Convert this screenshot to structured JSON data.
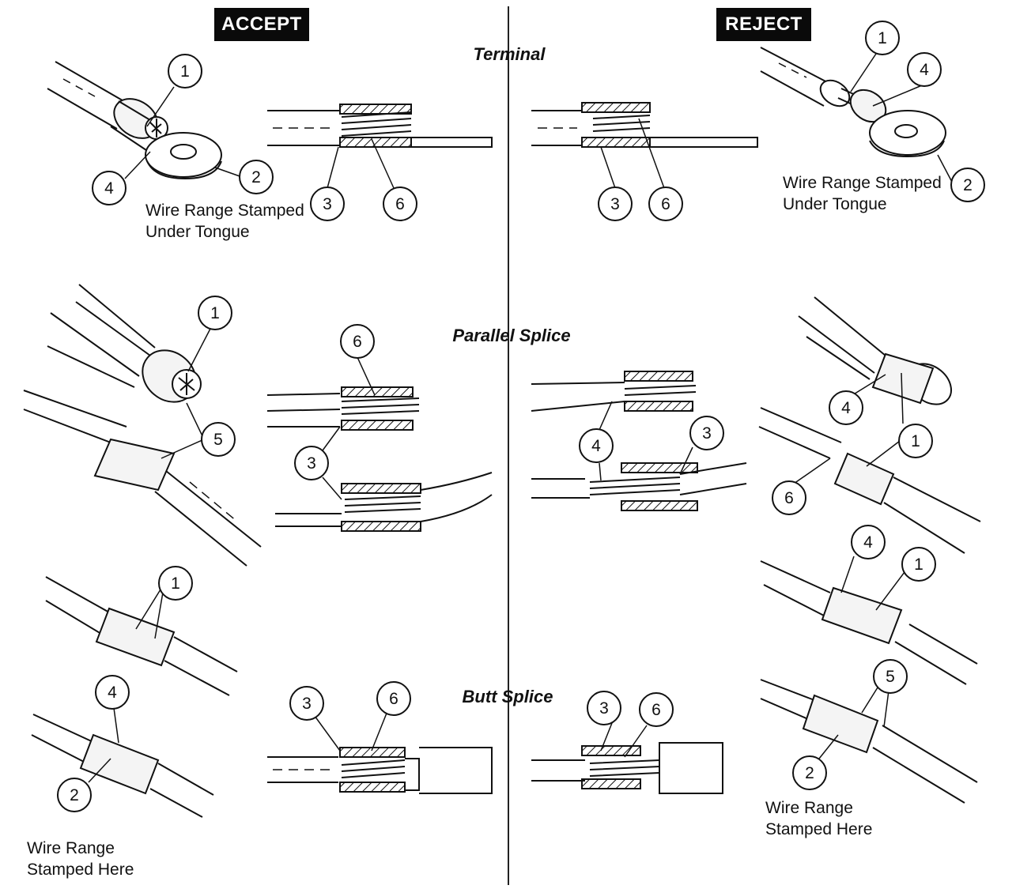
{
  "headers": {
    "accept": "ACCEPT",
    "reject": "REJECT"
  },
  "sections": {
    "terminal": "Terminal",
    "parallel_splice": "Parallel Splice",
    "butt_splice": "Butt Splice"
  },
  "captions": {
    "terminal_accept_line1": "Wire Range Stamped",
    "terminal_accept_line2": "Under Tongue",
    "terminal_reject_line1": "Wire Range Stamped",
    "terminal_reject_line2": "Under Tongue",
    "butt_accept_line1": "Wire Range",
    "butt_accept_line2": "Stamped Here",
    "butt_reject_line1": "Wire Range",
    "butt_reject_line2": "Stamped Here"
  },
  "callouts": [
    {
      "id": "ta-1",
      "label": "1"
    },
    {
      "id": "ta-4",
      "label": "4"
    },
    {
      "id": "ta-2",
      "label": "2"
    },
    {
      "id": "ta-3",
      "label": "3"
    },
    {
      "id": "ta-6",
      "label": "6"
    },
    {
      "id": "tr-3",
      "label": "3"
    },
    {
      "id": "tr-6",
      "label": "6"
    },
    {
      "id": "tr-1",
      "label": "1"
    },
    {
      "id": "tr-4",
      "label": "4"
    },
    {
      "id": "tr-2",
      "label": "2"
    },
    {
      "id": "pa-1",
      "label": "1"
    },
    {
      "id": "pa-5",
      "label": "5"
    },
    {
      "id": "pa-6",
      "label": "6"
    },
    {
      "id": "pa-3",
      "label": "3"
    },
    {
      "id": "pr-4",
      "label": "4"
    },
    {
      "id": "pr-3",
      "label": "3"
    },
    {
      "id": "pr-4b",
      "label": "4"
    },
    {
      "id": "pr-1",
      "label": "1"
    },
    {
      "id": "pr-6",
      "label": "6"
    },
    {
      "id": "ba-1",
      "label": "1"
    },
    {
      "id": "ba-4",
      "label": "4"
    },
    {
      "id": "ba-2",
      "label": "2"
    },
    {
      "id": "ba-3",
      "label": "3"
    },
    {
      "id": "ba-6",
      "label": "6"
    },
    {
      "id": "br-3",
      "label": "3"
    },
    {
      "id": "br-6",
      "label": "6"
    },
    {
      "id": "br-4",
      "label": "4"
    },
    {
      "id": "br-1",
      "label": "1"
    },
    {
      "id": "br-5",
      "label": "5"
    },
    {
      "id": "br-2",
      "label": "2"
    }
  ],
  "colors": {
    "ink": "#111111",
    "header_bg": "#0a0a0a",
    "header_text": "#ffffff",
    "sleeve": "#f4f4f4"
  }
}
